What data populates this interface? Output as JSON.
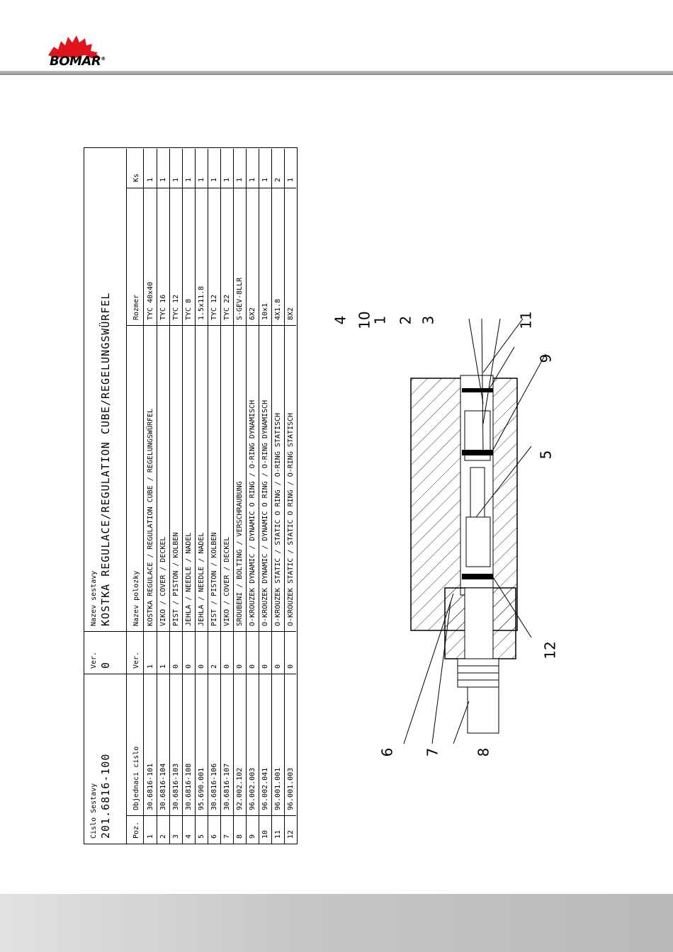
{
  "brand": {
    "name": "BOMAR",
    "registered": "®"
  },
  "assembly": {
    "number_label": "Cislo Sestavy",
    "number": "201.6816-100",
    "version_label": "Ver.",
    "version": "0",
    "name_label": "Nazev sestavy",
    "name": "KOSTKA REGULACE/REGULATION CUBE/REGELUNGSWÜRFEL"
  },
  "columns": [
    "Poz.",
    "Objednaci cislo",
    "Ver.",
    "Nazev polozky",
    "Rozmer",
    "Ks"
  ],
  "rows": [
    [
      "1",
      "30.6816-101",
      "1",
      "KOSTKA REGULACE / REGULATION CUBE / REGELUNGSWÜRFEL",
      "TYC 40x40",
      "1"
    ],
    [
      "2",
      "30.6816-104",
      "1",
      "VIKO / COVER   / DECKEL",
      "TYC 16",
      "1"
    ],
    [
      "3",
      "30.6816-103",
      "0",
      "PIST / PISTON / KOLBEN",
      "TYC 12",
      "1"
    ],
    [
      "4",
      "30.6816-108",
      "0",
      "JEHLA / NEEDLE / NADEL",
      "TYC 8",
      "1"
    ],
    [
      "5",
      "95.690.001",
      "0",
      "JEHLA / NEEDLE / NADEL",
      "1.5x11.8",
      "1"
    ],
    [
      "6",
      "30.6816-106",
      "2",
      "PIST / PISTON / KOLBEN",
      "TYC 12",
      "1"
    ],
    [
      "7",
      "30.6816-107",
      "0",
      "VIKO / COVER   / DECKEL",
      "TYC 22",
      "1"
    ],
    [
      "8",
      "92.002.102",
      "0",
      "SROUBENI / BOLTING / VERSCHRAUBUNG",
      "S-GEV-8LLR",
      "1"
    ],
    [
      "9",
      "96.002.003",
      "0",
      "O-KROUZEK DYNAMIC / DYNAMIC O RING / O-RING DYNAMISCH",
      "6X2",
      "1"
    ],
    [
      "10",
      "96.002.041",
      "0",
      "O-KROUZEK DYNAMIC / DYNAMIC O RING / O-RING DYNAMISCH",
      "10x1",
      "1"
    ],
    [
      "11",
      "96.001.001",
      "0",
      "O-KROUZEK STATIC / STATIC O RING / O-RING STATISCH",
      "4X1.8",
      "2"
    ],
    [
      "12",
      "96.001.003",
      "0",
      "O-KROUZEK STATIC / STATIC O RING / O-RING STATISCH",
      "8X2",
      "1"
    ]
  ],
  "callouts": [
    "4",
    "10",
    "1",
    "2",
    "3",
    "11",
    "9",
    "5",
    "12",
    "8",
    "7",
    "6"
  ]
}
